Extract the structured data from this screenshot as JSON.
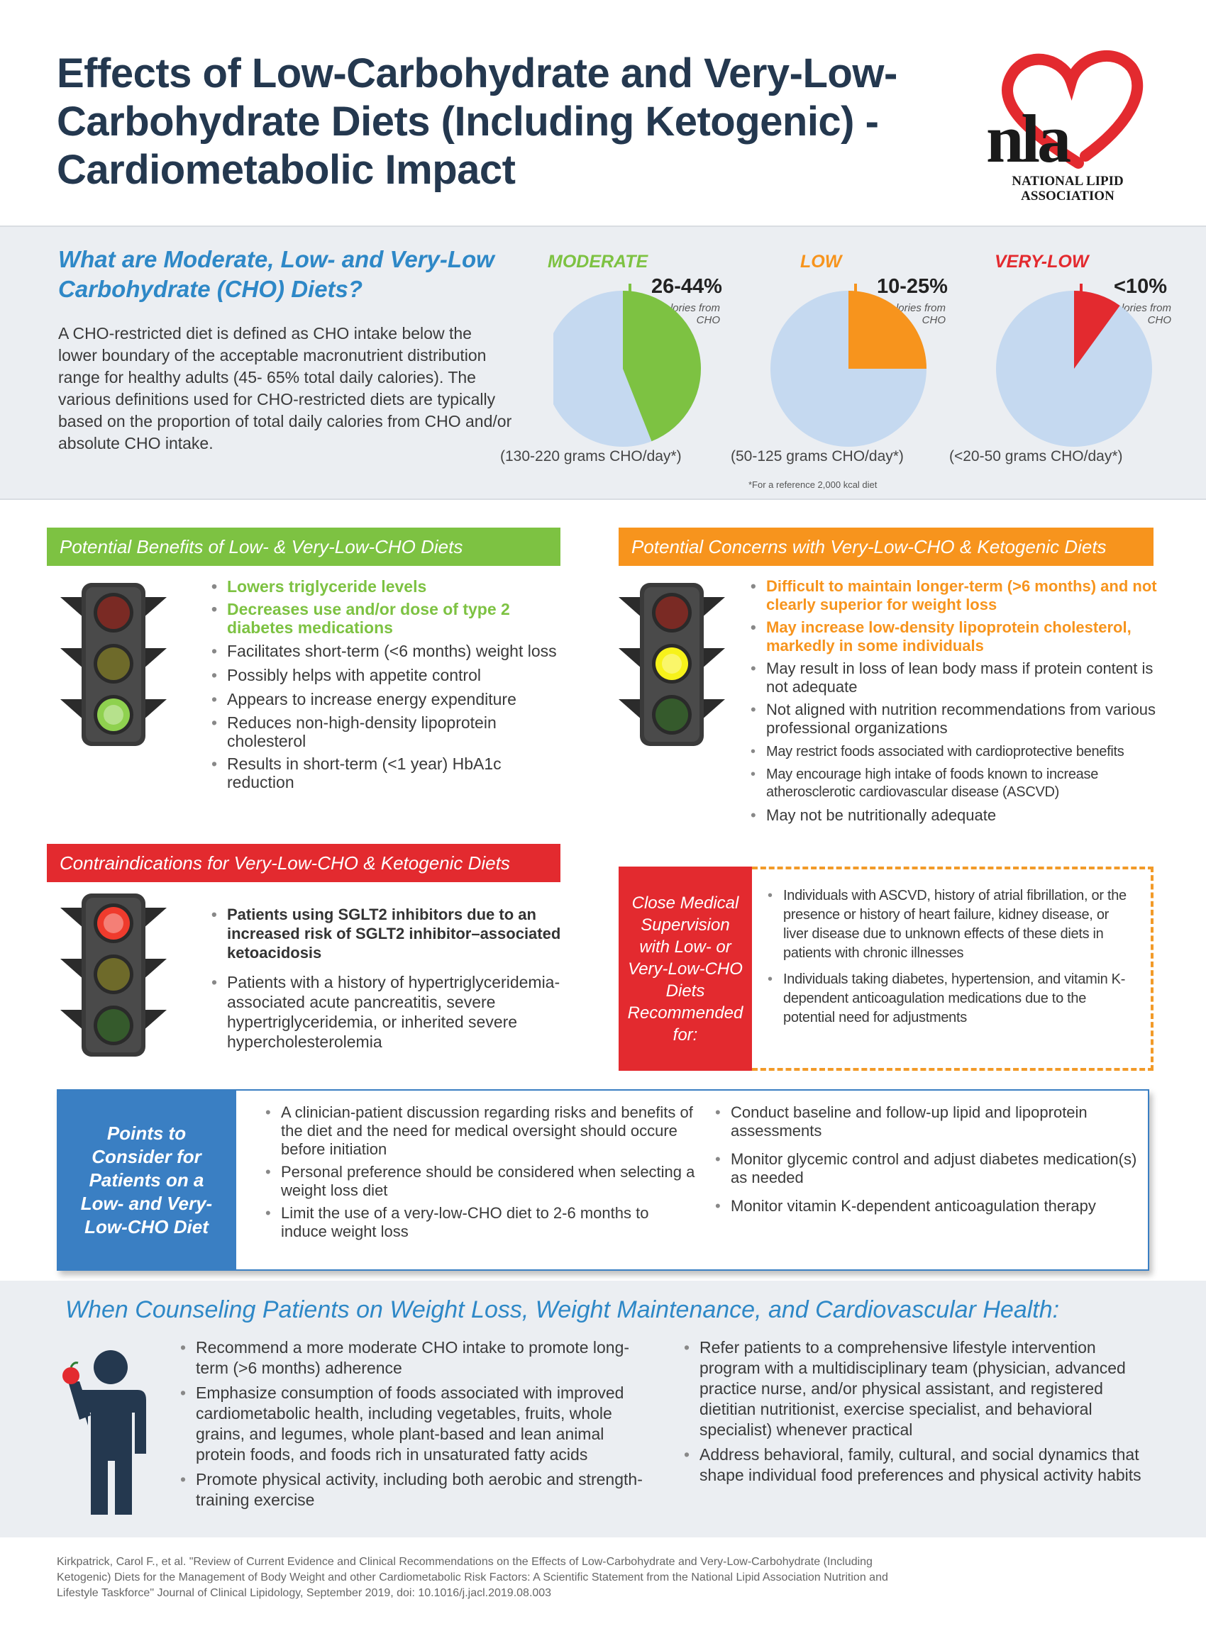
{
  "title": "Effects of Low-Carbohydrate and Very-Low-Carbohydrate Diets (Including Ketogenic) - Cardiometabolic Impact",
  "logo": {
    "letters": "nla",
    "line1": "NATIONAL LIPID",
    "line2": "ASSOCIATION",
    "color": "#e32a2f"
  },
  "definitions": {
    "question": "What are Moderate, Low- and Very-Low Carbohydrate (CHO) Diets?",
    "body": "A CHO-restricted diet is defined as CHO intake below the lower boundary of the acceptable macronutrient distribution range for healthy adults (45- 65% total daily calories). The various definitions used for CHO-restricted diets are typically based on the proportion of total daily calories from CHO and/or absolute CHO intake.",
    "footnote": "*For a reference 2,000 kcal diet"
  },
  "chart_data": [
    {
      "type": "pie",
      "title": "MODERATE",
      "label": "26-44%",
      "sublabel": "of Calories from CHO",
      "slice_fraction": 0.44,
      "color": "#7dc242",
      "grams": "(130-220 grams CHO/day*)"
    },
    {
      "type": "pie",
      "title": "LOW",
      "label": "10-25%",
      "sublabel": "of Calories from CHO",
      "slice_fraction": 0.25,
      "color": "#f7941d",
      "grams": "(50-125 grams CHO/day*)"
    },
    {
      "type": "pie",
      "title": "VERY-LOW",
      "label": "<10%",
      "sublabel": "of Calories from CHO",
      "slice_fraction": 0.1,
      "color": "#e32a2f",
      "grams": "(<20-50 grams CHO/day*)"
    }
  ],
  "benefits": {
    "header": "Potential Benefits of Low- & Very-Low-CHO Diets",
    "color": "#7dc242",
    "bold_items": [
      "Lowers triglyceride levels",
      "Decreases use and/or dose of type 2 diabetes medications"
    ],
    "items": [
      "Facilitates short-term (<6 months) weight loss",
      "Possibly helps with appetite control",
      "Appears to increase energy expenditure",
      "Reduces non-high-density lipoprotein cholesterol",
      "Results in short-term (<1 year) HbA1c reduction"
    ]
  },
  "concerns": {
    "header": "Potential Concerns with Very-Low-CHO & Ketogenic Diets",
    "color": "#f7941d",
    "bold_items": [
      "Difficult to maintain longer-term (>6 months) and not clearly superior for weight loss",
      "May increase low-density lipoprotein cholesterol, markedly in some individuals"
    ],
    "items": [
      "May result in loss of lean body mass if protein content is not adequate",
      "Not aligned with nutrition recommendations from various professional organizations",
      "May restrict foods associated with cardioprotective benefits",
      "May encourage high intake of foods known to increase atherosclerotic cardiovascular disease (ASCVD)",
      "May not be nutritionally adequate"
    ]
  },
  "contraindications": {
    "header": "Contraindications for Very-Low-CHO & Ketogenic Diets",
    "color": "#e32a2f",
    "bold_items": [
      "Patients using SGLT2 inhibitors due to an increased risk of SGLT2 inhibitor–associated ketoacidosis"
    ],
    "items": [
      "Patients with a history of hypertriglyceridemia-associated acute pancreatitis, severe hypertriglyceridemia, or inherited severe hypercholesterolemia"
    ]
  },
  "supervision": {
    "label": "Close Medical Supervision with Low- or Very-Low-CHO Diets Recommended for:",
    "items": [
      "Individuals with ASCVD, history of atrial fibrillation, or the presence or history of heart failure, kidney disease, or liver disease due to unknown effects of these diets in patients with chronic illnesses",
      "Individuals taking diabetes, hypertension, and vitamin K-dependent anticoagulation medications due to the potential need for adjustments"
    ]
  },
  "points": {
    "label": "Points to Consider for Patients on a Low- and Very-Low-CHO Diet",
    "col1": [
      "A clinician-patient discussion regarding risks and benefits of the diet and the need for medical oversight should occure before initiation",
      "Personal preference should be considered when selecting a weight loss diet",
      "Limit the use of a very-low-CHO diet to 2-6 months to induce weight loss"
    ],
    "col2": [
      "Conduct baseline and follow-up lipid and lipoprotein assessments",
      "Monitor glycemic control and adjust diabetes medication(s) as needed",
      "Monitor vitamin K-dependent anticoagulation therapy"
    ]
  },
  "counseling": {
    "title": "When Counseling Patients on Weight Loss, Weight Maintenance, and Cardiovascular Health:",
    "col1": [
      "Recommend a more moderate CHO intake to promote long-term (>6 months) adherence",
      "Emphasize consumption of foods associated with improved cardiometabolic health, including vegetables, fruits, whole grains, and legumes, whole plant-based and lean animal protein foods, and foods rich in unsaturated fatty acids",
      "Promote physical activity, including both aerobic and strength-training exercise"
    ],
    "col2": [
      "Refer patients to a comprehensive lifestyle intervention program with a multidisciplinary team (physician, advanced practice nurse, and/or physical assistant, and registered dietitian nutritionist, exercise specialist, and behavioral specialist) whenever practical",
      "Address behavioral, family, cultural, and social dynamics that shape individual food preferences and physical activity habits"
    ]
  },
  "citation": "Kirkpatrick, Carol F., et al. \"Review of Current Evidence and Clinical Recommendations on the Effects of Low-Carbohydrate and Very-Low-Carbohydrate (Including Ketogenic) Diets for the Management of Body Weight and other Cardiometabolic Risk Factors: A Scientific Statement from the National Lipid Association Nutrition and Lifestyle Taskforce\" Journal of Clinical Lipidology, September 2019, doi: 10.1016/j.jacl.2019.08.003"
}
